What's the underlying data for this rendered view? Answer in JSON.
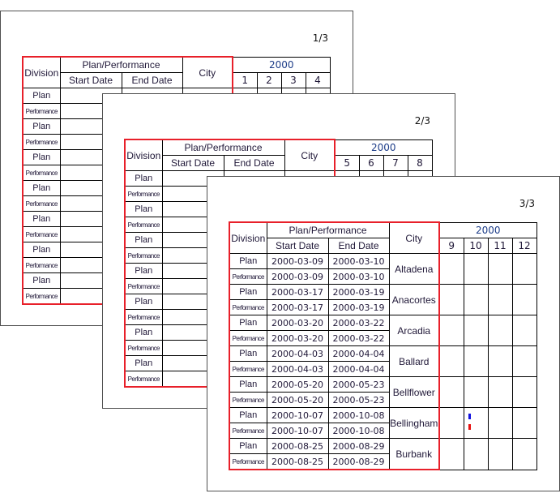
{
  "headers": {
    "division": "Division",
    "plan_performance": "Plan/Performance",
    "start_date": "Start Date",
    "end_date": "End Date",
    "city": "City",
    "year": "2000"
  },
  "row_types": {
    "plan": "Plan",
    "performance": "Performance"
  },
  "colors": {
    "plan_bar": "#1010e0",
    "performance_bar": "#e81010",
    "frame": "#e8202a"
  },
  "rows": [
    {
      "city": "Altadena",
      "plan": [
        "2000-03-09",
        "2000-03-10"
      ],
      "performance": [
        "2000-03-09",
        "2000-03-10"
      ]
    },
    {
      "city": "Anacortes",
      "plan": [
        "2000-03-17",
        "2000-03-19"
      ],
      "performance": [
        "2000-03-17",
        "2000-03-19"
      ]
    },
    {
      "city": "Arcadia",
      "plan": [
        "2000-03-20",
        "2000-03-22"
      ],
      "performance": [
        "2000-03-20",
        "2000-03-22"
      ]
    },
    {
      "city": "Ballard",
      "plan": [
        "2000-04-03",
        "2000-04-04"
      ],
      "performance": [
        "2000-04-03",
        "2000-04-04"
      ]
    },
    {
      "city": "Bellflower",
      "plan": [
        "2000-05-20",
        "2000-05-23"
      ],
      "performance": [
        "2000-05-20",
        "2000-05-23"
      ]
    },
    {
      "city": "Bellingham",
      "plan": [
        "2000-10-07",
        "2000-10-08"
      ],
      "performance": [
        "2000-10-07",
        "2000-10-08"
      ]
    },
    {
      "city": "Burbank",
      "plan": [
        "2000-08-25",
        "2000-08-29"
      ],
      "performance": [
        "2000-08-25",
        "2000-08-29"
      ]
    }
  ],
  "pages": [
    {
      "label": "1/3",
      "months": [
        "1",
        "2",
        "3",
        "4"
      ]
    },
    {
      "label": "2/3",
      "months": [
        "5",
        "6",
        "7",
        "8"
      ]
    },
    {
      "label": "3/3",
      "months": [
        "9",
        "10",
        "11",
        "12"
      ]
    }
  ]
}
